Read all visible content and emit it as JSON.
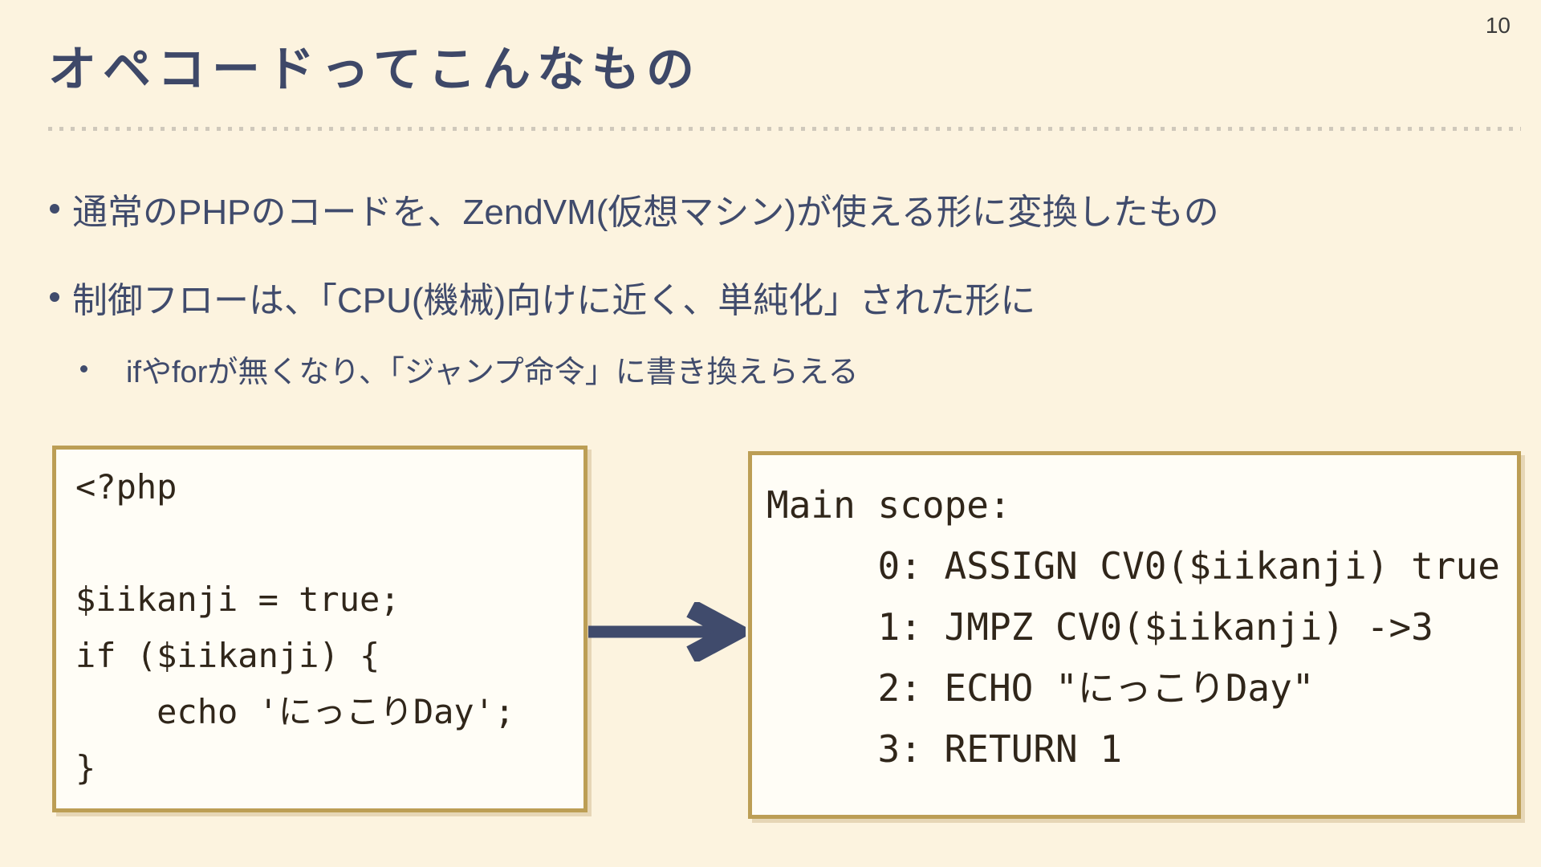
{
  "slide": {
    "page_number": "10",
    "title": "オペコードってこんなもの"
  },
  "bullets": {
    "item1": "通常のPHPのコードを、ZendVM(仮想マシン)が使える形に変換したもの",
    "item2": "制御フローは、「CPU(機械)向けに近く、単純化」された形に",
    "sub_item1": "ifやforが無くなり、「ジャンプ命令」に書き換えらえる"
  },
  "php_box": {
    "code": "<?php\n\n$iikanji = true;\nif ($iikanji) {\n    echo 'にっこりDay';\n}"
  },
  "opcode_box": {
    "code": "Main scope:\n     0: ASSIGN CV0($iikanji) true\n     1: JMPZ CV0($iikanji) ->3\n     2: ECHO \"にっこりDay\"\n     3: RETURN 1"
  },
  "colors": {
    "bg": "#FCF3DF",
    "title": "#3E4868",
    "navy": "#404B6C",
    "dot": "#CFC8BB",
    "gold": "#BC9E55",
    "boxbg": "#FFFDF6",
    "code": "#30261A",
    "pagenum": "#3B3B3B"
  }
}
